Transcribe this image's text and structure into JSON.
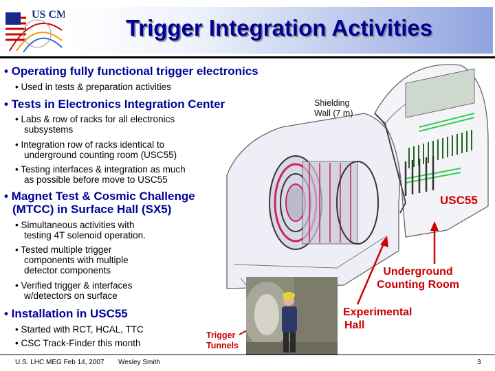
{
  "logo": {
    "text": "US CMS",
    "icon": "us-cms-logo"
  },
  "title": "Trigger Integration Activities",
  "bullets": {
    "b1": "• Operating fully functional trigger electronics",
    "b1_sub1": "• Used in tests & preparation activities",
    "b2": "• Tests in Electronics Integration Center",
    "b2_sub1_l1": "• Labs & row of racks for all electronics",
    "b2_sub1_l2": "subsystems",
    "b2_sub2_l1": "• Integration row of racks identical to",
    "b2_sub2_l2": "underground counting room (USC55)",
    "b2_sub3_l1": "• Testing interfaces & integration as much",
    "b2_sub3_l2": "as possible before move to USC55",
    "b3_l1": "• Magnet Test & Cosmic Challenge",
    "b3_l2": "(MTCC) in Surface Hall (SX5)",
    "b3_sub1_l1": "• Simultaneous activities with",
    "b3_sub1_l2": "testing 4T solenoid operation.",
    "b3_sub2_l1": "• Tested multiple trigger",
    "b3_sub2_l2": "components with multiple",
    "b3_sub2_l3": "detector components",
    "b3_sub3_l1": "• Verified trigger & interfaces",
    "b3_sub3_l2": "w/detectors on surface",
    "b4": "• Installation in USC55",
    "b4_sub1": "• Started with RCT, HCAL, TTC",
    "b4_sub2": "• CSC Track-Finder this month"
  },
  "labels": {
    "shielding_l1": "Shielding",
    "shielding_l2": "Wall (7 m)",
    "usc55": "USC55",
    "ucr_l1": "Underground",
    "ucr_l2": "Counting Room",
    "hall_l1": "Experimental",
    "hall_l2": "Hall",
    "tunnels_l1": "Trigger",
    "tunnels_l2": "Tunnels"
  },
  "footer": {
    "left": "U.S. LHC MEG  Feb 14, 2007",
    "author": "Wesley Smith",
    "page": "3"
  },
  "colors": {
    "title": "#000099",
    "bullet_heading": "#000099",
    "annotation_red": "#cc0000"
  }
}
